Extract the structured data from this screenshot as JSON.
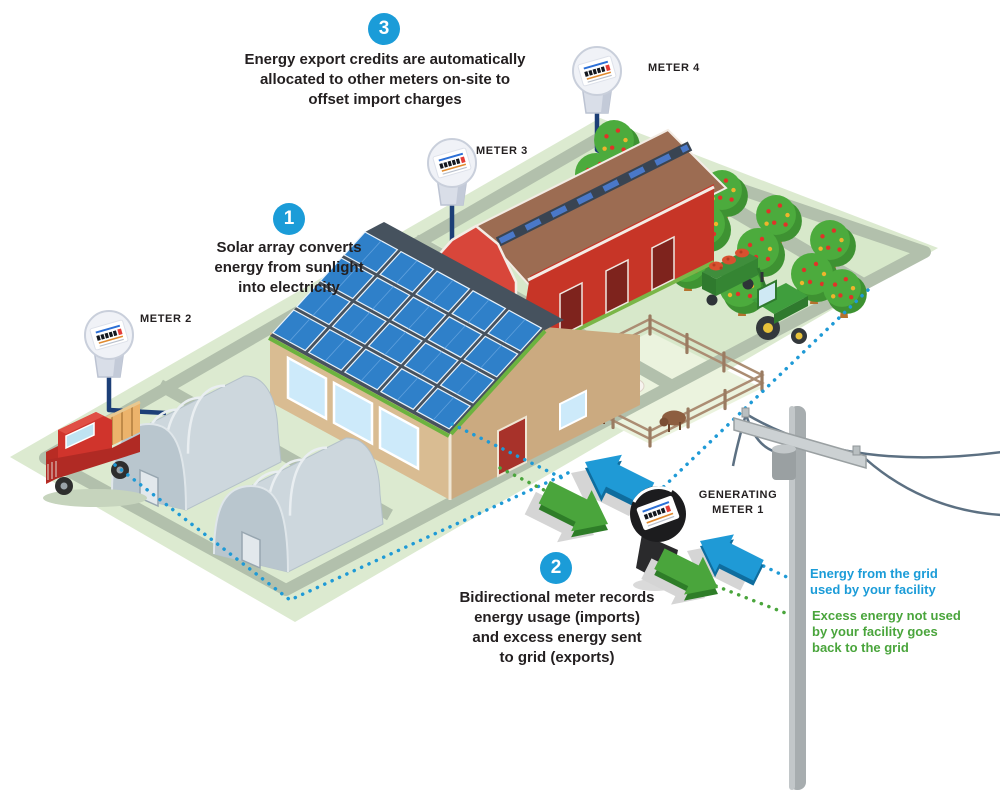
{
  "steps": [
    {
      "number": "1",
      "text": "Solar array converts\nenergy from sunlight\ninto electricity"
    },
    {
      "number": "2",
      "text": "Bidirectional meter records\nenergy usage (imports)\nand excess energy sent\nto grid (exports)"
    },
    {
      "number": "3",
      "text": "Energy export credits are automatically\nallocated to other meters on-site to\noffset import charges"
    }
  ],
  "meters": {
    "meter1": {
      "label": "GENERATING\nMETER 1"
    },
    "meter2": {
      "label": "METER 2"
    },
    "meter3": {
      "label": "METER 3"
    },
    "meter4": {
      "label": "METER 4"
    }
  },
  "flow_labels": {
    "from_grid": {
      "text": "Energy from the grid\nused by your facility",
      "color": "#1b9cd8"
    },
    "to_grid": {
      "text": "Excess energy not used\nby your facility goes\nback to the grid",
      "color": "#4aa53c"
    }
  },
  "colors": {
    "accent_blue": "#1b9cd8",
    "text_dark": "#231f20",
    "arrow_blue": "#1f9ad6",
    "arrow_green": "#4aa53c",
    "plot_green": "#dcead0",
    "road_gray_green": "#b2c0ac",
    "barn_red": "#d8463a",
    "roof_brown": "#9c6c52",
    "solar_panel_blue": "#2f80c9",
    "wire_navy": "#1c3f77",
    "pole_gray": "#a7adaf"
  }
}
